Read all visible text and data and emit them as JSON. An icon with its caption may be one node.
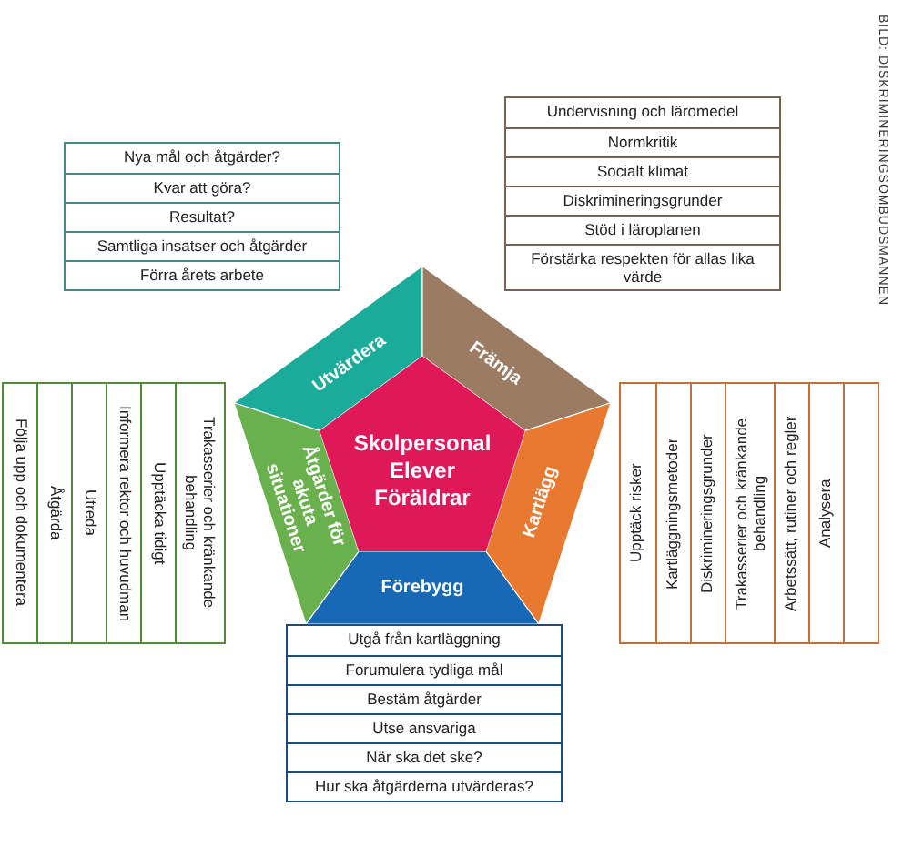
{
  "diagram": {
    "nodes": [
      {
        "text": [
          "Skolpersonal",
          "Elever",
          "Föräldrar"
        ]
      },
      {
        "text": [
          "Utvärdera"
        ]
      },
      {
        "text": [
          "Nya mål och åtgärder?"
        ]
      },
      {
        "text": [
          "Kvar att göra?"
        ]
      },
      {
        "text": [
          "Resultat?"
        ]
      },
      {
        "text": [
          "Samtliga insatser och åtgärder"
        ]
      },
      {
        "text": [
          "Förra årets arbete"
        ]
      },
      {
        "text": [
          "Främja"
        ]
      },
      {
        "text": [
          "Undervisning och läromedel"
        ]
      },
      {
        "text": [
          "Normkritik"
        ]
      },
      {
        "text": [
          "Socialt klimat"
        ]
      },
      {
        "text": [
          "Diskrimineringsgrunder"
        ]
      },
      {
        "text": [
          "Stöd i läroplanen"
        ]
      },
      {
        "text": [
          "Förstärka respekten för allas lika värde"
        ]
      },
      {
        "text": [
          "Åtgärder för akuta situationer"
        ]
      },
      {
        "text": [
          "Trakasserier och kränkande behandling"
        ]
      },
      {
        "text": [
          "Upptäcka tidigt"
        ]
      },
      {
        "text": [
          "Informera rektor och huvudman"
        ]
      },
      {
        "text": [
          "Utreda"
        ]
      },
      {
        "text": [
          "Åtgärda"
        ]
      },
      {
        "text": [
          "Följa upp och dokumentera"
        ]
      },
      {
        "text": [
          "Kartlägg"
        ]
      },
      {
        "text": [
          "Upptäck risker"
        ]
      },
      {
        "text": [
          "Kartläggningsmetoder"
        ]
      },
      {
        "text": [
          "Diskrimineringsgrunder"
        ]
      },
      {
        "text": [
          "Trakasserier och kränkande behandling"
        ]
      },
      {
        "text": [
          "Arbetssätt, rutiner och regler"
        ]
      },
      {
        "text": [
          "Analysera"
        ]
      },
      {
        "text": [],
        "shape": "box"
      },
      {
        "text": [
          "Förebygg"
        ]
      },
      {
        "text": [
          "Utgå från kartläggning"
        ]
      },
      {
        "text": [
          "Forumulera tydliga mål"
        ]
      },
      {
        "text": [
          "Bestäm åtgärder"
        ]
      },
      {
        "text": [
          "Utse ansvariga"
        ]
      },
      {
        "text": [
          "När ska det ske?"
        ]
      },
      {
        "text": [
          "Hur ska åtgärderna utvärderas?"
        ]
      }
    ],
    "edges": [],
    "labels": [
      "BILD: DISKRIMINERINGSOMBUDSMANNEN"
    ]
  }
}
